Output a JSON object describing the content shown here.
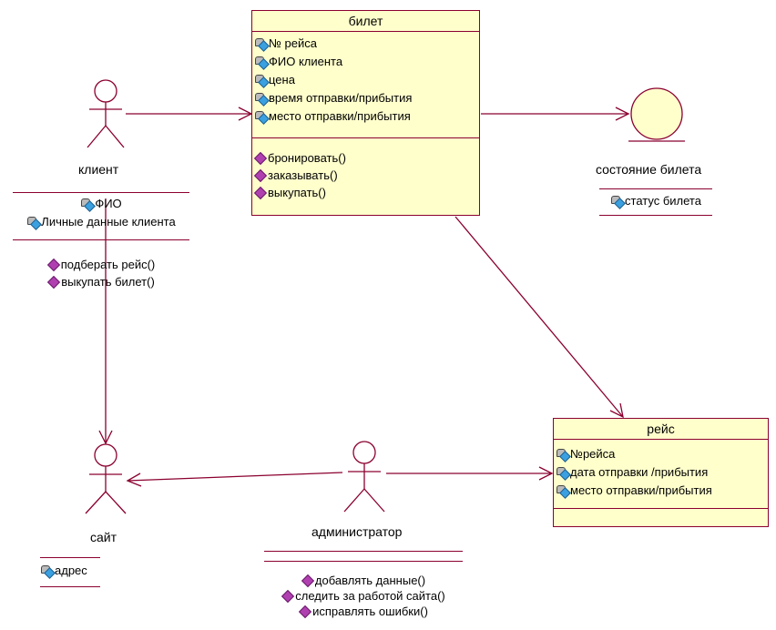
{
  "classes": {
    "bilet": {
      "name": "билет",
      "attributes": [
        "№ рейса",
        "ФИО клиента",
        "цена",
        "время отправки/прибытия",
        "место отправки/прибытия"
      ],
      "operations": [
        "бронировать()",
        "заказывать()",
        "выкупать()"
      ]
    },
    "reis": {
      "name": "рейс",
      "attributes": [
        "№рейса",
        "дата отправки /прибытия",
        "место отправки/прибытия"
      ]
    }
  },
  "actors": {
    "klient": {
      "name": "клиент",
      "attributes": [
        "ФИО",
        "Личные данные клиента"
      ],
      "operations": [
        "подберать рейс()",
        "выкупать билет()"
      ]
    },
    "sait": {
      "name": "сайт",
      "attributes": [
        "адрес"
      ]
    },
    "admin": {
      "name": "администратор",
      "operations": [
        "добавлять данные()",
        "следить за работой сайта()",
        "исправлять ошибки()"
      ]
    }
  },
  "entity": {
    "name": "состояние билета",
    "attributes": [
      "статус билета"
    ]
  },
  "colors": {
    "line": "#8b0030",
    "class_fill": "#ffffcc",
    "operation_icon": "#b040b0",
    "attribute_icon": "#3aa0e0"
  }
}
